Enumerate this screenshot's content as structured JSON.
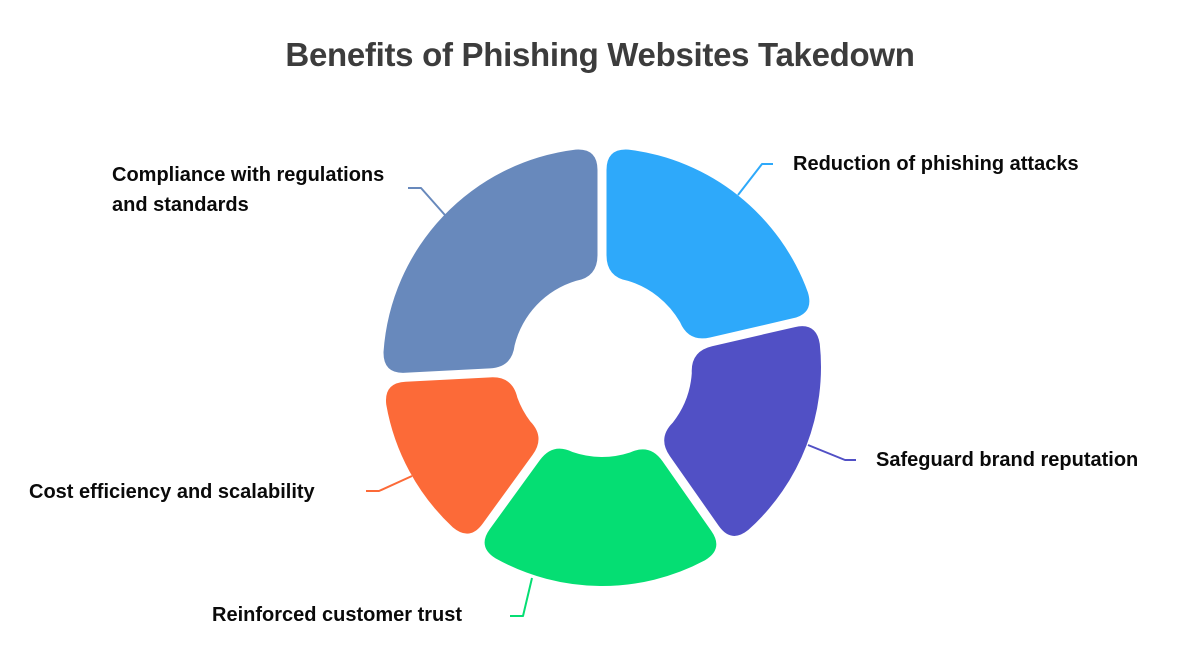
{
  "title": "Benefits of Phishing Websites Takedown",
  "chart_data": {
    "type": "pie",
    "subtype": "donut-rounded-segments",
    "title": "Benefits of Phishing Websites Takedown",
    "legend_position": "callout-labels-around-ring",
    "background": "#FFFFFF",
    "title_color": "#3C3C3C",
    "label_color": "#0A0A0A",
    "segments": [
      {
        "label": "Reduction of phishing attacks",
        "color": "#2EA9FA",
        "start_angle": 0,
        "end_angle": 77,
        "approx_percent": 21
      },
      {
        "label": "Safeguard brand reputation",
        "color": "#5150C5",
        "start_angle": 77,
        "end_angle": 145,
        "approx_percent": 19
      },
      {
        "label": "Reinforced customer trust",
        "color": "#05DE73",
        "start_angle": 145,
        "end_angle": 216,
        "approx_percent": 20
      },
      {
        "label": "Cost efficiency and scalability",
        "color": "#FC6A38",
        "start_angle": 216,
        "end_angle": 267,
        "approx_percent": 14
      },
      {
        "label": "Compliance with regulations and standards",
        "color": "#6889BC",
        "start_angle": 267,
        "end_angle": 360,
        "approx_percent": 26
      }
    ]
  }
}
